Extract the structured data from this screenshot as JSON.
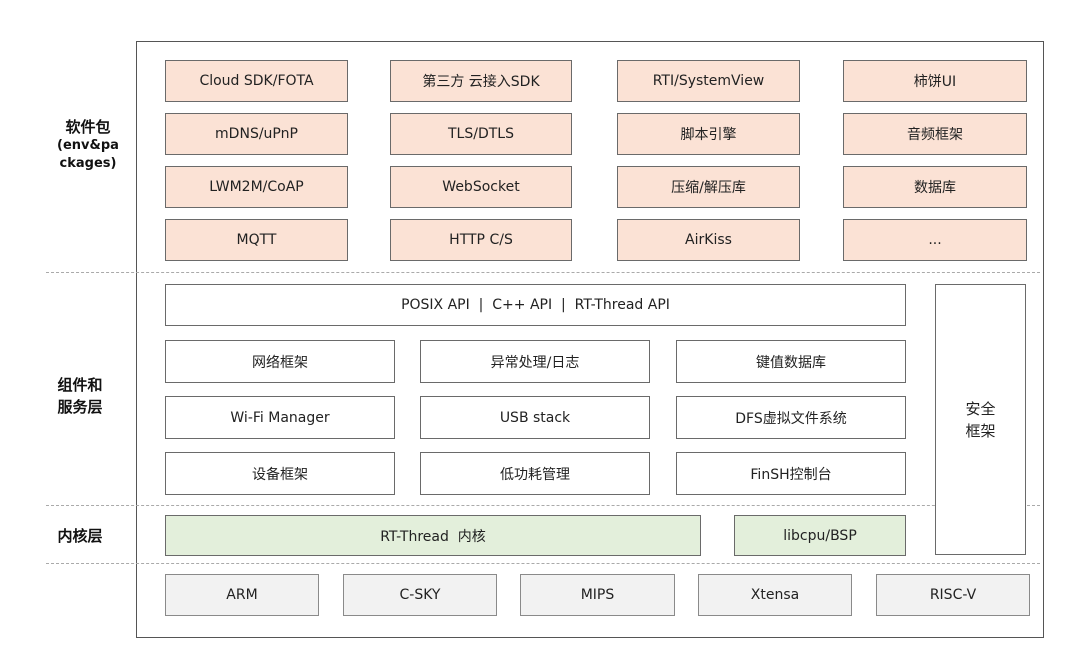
{
  "layers": {
    "packages": {
      "title": "软件包",
      "subtitle_line1": "(env&pa",
      "subtitle_line2": "ckages)"
    },
    "services": {
      "title_line1": "组件和",
      "title_line2": "服务层"
    },
    "kernel": {
      "title": "内核层"
    }
  },
  "packages": [
    [
      "Cloud SDK/FOTA",
      "第三方 云接入SDK",
      "RTI/SystemView",
      "柿饼UI"
    ],
    [
      "mDNS/uPnP",
      "TLS/DTLS",
      "脚本引擎",
      "音频框架"
    ],
    [
      "LWM2M/CoAP",
      "WebSocket",
      "压缩/解压库",
      "数据库"
    ],
    [
      "MQTT",
      "HTTP C/S",
      "AirKiss",
      "..."
    ]
  ],
  "services": {
    "api_bar": "POSIX API  |  C++ API  |  RT-Thread API",
    "rows": [
      [
        "网络框架",
        "异常处理/日志",
        "键值数据库"
      ],
      [
        "Wi-Fi Manager",
        "USB stack",
        "DFS虚拟文件系统"
      ],
      [
        "设备框架",
        "低功耗管理",
        "FinSH控制台"
      ]
    ],
    "security_line1": "安全",
    "security_line2": "框架"
  },
  "kernel": {
    "core": "RT-Thread  内核",
    "bsp": "libcpu/BSP"
  },
  "arch": [
    "ARM",
    "C-SKY",
    "MIPS",
    "Xtensa",
    "RISC-V"
  ],
  "colors": {
    "package_fill": "#fbe2d5",
    "kernel_fill": "#e3efdb",
    "arch_fill": "#f2f2f2"
  }
}
